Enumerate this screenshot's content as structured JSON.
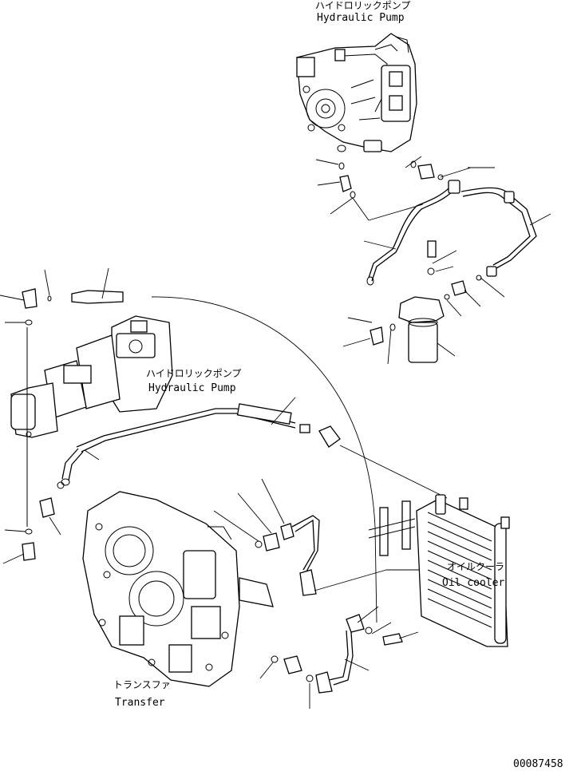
{
  "labels": {
    "pump_top_jp": "ハイドロリックポンプ",
    "pump_top_en": "Hydraulic Pump",
    "pump_left_jp": "ハイドロリックポンプ",
    "pump_left_en": "Hydraulic Pump",
    "cooler_jp": "オイルクーラ",
    "cooler_en": "Oil cooler",
    "transfer_jp": "トランスファ",
    "transfer_en": "Transfer"
  },
  "drawing_number": "00087458"
}
